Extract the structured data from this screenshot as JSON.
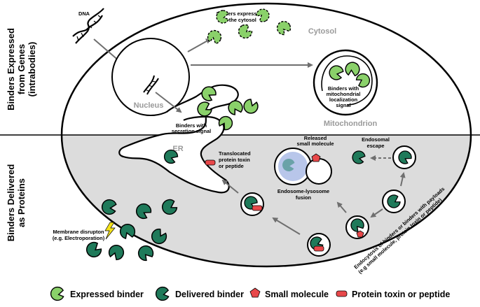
{
  "side_labels": {
    "top": [
      "Binders Expressed",
      "from Genes",
      "(intrabodies)"
    ],
    "bottom": [
      "Binders Delivered",
      "as Proteins"
    ]
  },
  "labels": {
    "dna": "DNA",
    "nucleus": "Nucleus",
    "cytosol": "Cytosol",
    "cytosol_binders": [
      "Binders expressed",
      "in the cytosol"
    ],
    "mito_binders": [
      "Binders with",
      "mitochondrial",
      "localization",
      "signal"
    ],
    "mitochondrion": "Mitochondrion",
    "secretion": [
      "Binders with",
      "secretion signal"
    ],
    "er": "ER",
    "translocated": [
      "Translocated",
      "protein toxin",
      "or peptide"
    ],
    "released": [
      "Released",
      "small molecule"
    ],
    "endosomal_escape": [
      "Endosomal",
      "escape"
    ],
    "endosome_lysosome": [
      "Endosome-lysosome",
      "fusion"
    ],
    "membrane_disruption": [
      "Membrane disrupton",
      "(e.g. Electroporation)"
    ],
    "endocytosis": [
      "Endocytosis of binders or binders with payloads",
      "(e.g small molecule, protein toxin or peptide)"
    ]
  },
  "legend": [
    {
      "label": "Expressed binder",
      "icon": "expressed-binder-icon"
    },
    {
      "label": "Delivered binder",
      "icon": "delivered-binder-icon"
    },
    {
      "label": "Small molecule",
      "icon": "pentagon-icon"
    },
    {
      "label": "Protein toxin or peptide",
      "icon": "rounded-rect-icon"
    }
  ],
  "colors": {
    "expressed": "#8ad16a",
    "delivered": "#1f7a5a",
    "payload": "#e8484a",
    "cytoplasm_lower": "#dcdcdc",
    "lysosome": "#b8c6ea"
  }
}
